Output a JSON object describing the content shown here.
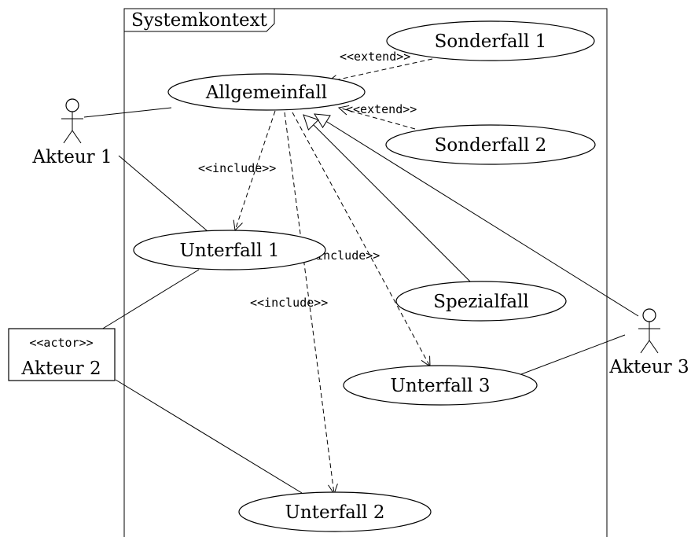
{
  "system": {
    "title": "Systemkontext"
  },
  "actors": {
    "actor1": "Akteur 1",
    "actor2": {
      "stereotype": "<<actor>>",
      "label": "Akteur 2"
    },
    "actor3": "Akteur 3"
  },
  "use_cases": {
    "allgemeinfall": "Allgemeinfall",
    "sonderfall1": "Sonderfall 1",
    "sonderfall2": "Sonderfall 2",
    "unterfall1": "Unterfall 1",
    "unterfall2": "Unterfall 2",
    "unterfall3": "Unterfall 3",
    "spezialfall": "Spezialfall"
  },
  "relations": {
    "extend": "<<extend>>",
    "include": "<<include>>"
  }
}
